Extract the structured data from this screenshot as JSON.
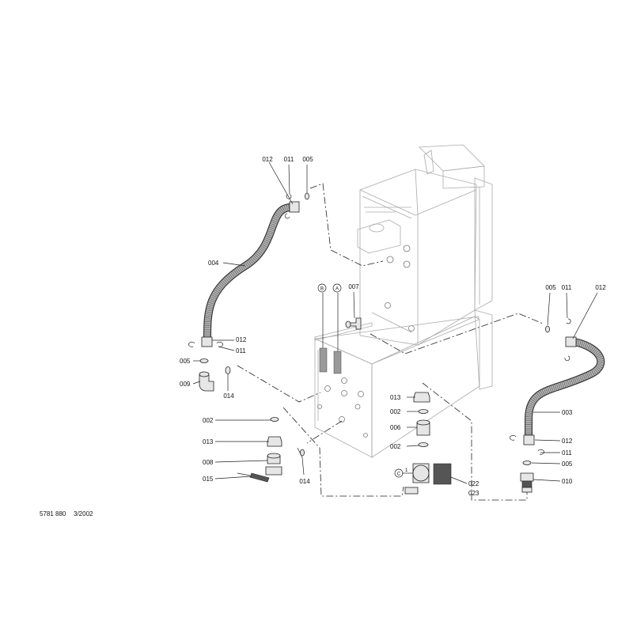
{
  "part_labels": {
    "p004": "004",
    "p012_top": "012",
    "p011_top": "011",
    "p005_top": "005",
    "p012_left_mid": "012",
    "p011_left_mid": "011",
    "p005_left_mid": "005",
    "p009": "009",
    "p014_left": "014",
    "p007": "007",
    "p002_left": "002",
    "p013_left": "013",
    "p008": "008",
    "p015": "015",
    "p014_mid": "014",
    "p013_center": "013",
    "p002_center_top": "002",
    "p006": "006",
    "p002_center_bottom": "002",
    "p022": "022",
    "p023": "023",
    "p005_right_top": "005",
    "p011_right_top": "011",
    "p012_right_top": "012",
    "p003": "003",
    "p012_right_bottom": "012",
    "p011_right_bottom": "011",
    "p005_right_bottom": "005",
    "p010": "010"
  },
  "connection_markers": {
    "marker_a": "A",
    "marker_b": "B",
    "marker_c": "C",
    "marker_c_sub": "1"
  },
  "footer": {
    "drawing_number": "5781 880",
    "date": "3/2002"
  }
}
